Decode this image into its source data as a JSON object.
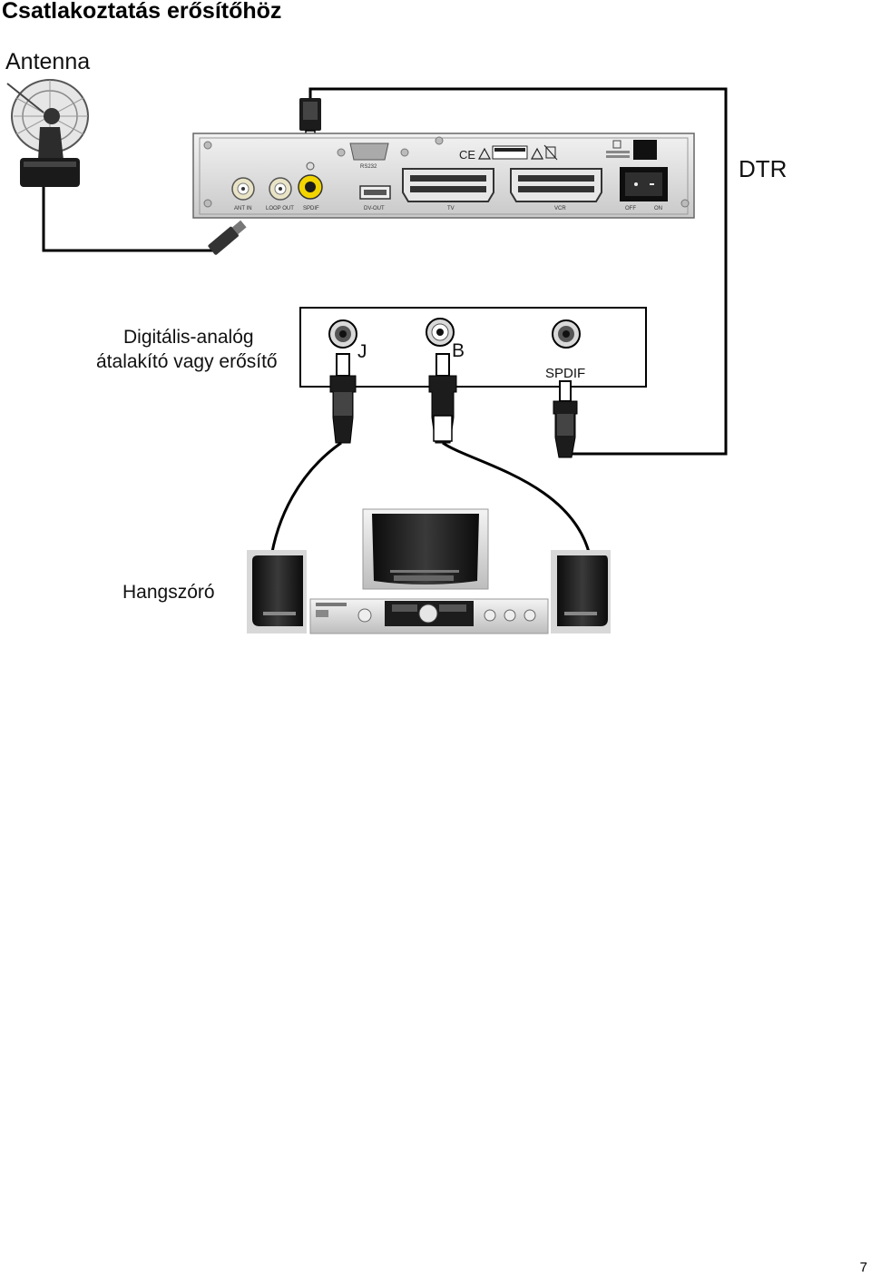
{
  "page": {
    "title": "Csatlakoztatás erősítőhöz",
    "page_number": "7"
  },
  "labels": {
    "antenna": "Antenna",
    "dtr": "DTR",
    "converter_line1": "Digitális-analóg",
    "converter_line2": "átalakító vagy erősítő",
    "left_channel": "J",
    "right_channel": "B",
    "spdif": "SPDIF",
    "speaker": "Hangszóró"
  },
  "dtr_panel": {
    "ant_in": "ANT IN",
    "loop_out": "LOOP OUT",
    "spdif": "SPDIF",
    "rs232": "RS232",
    "dv_out": "DV-OUT",
    "tv": "TV",
    "vcr": "VCR",
    "off": "OFF",
    "on": "ON"
  },
  "colors": {
    "line": "#000000",
    "panel": "#d9d9d9",
    "spdif_jack": "#f2d400",
    "speaker": "#2a2a2a"
  }
}
